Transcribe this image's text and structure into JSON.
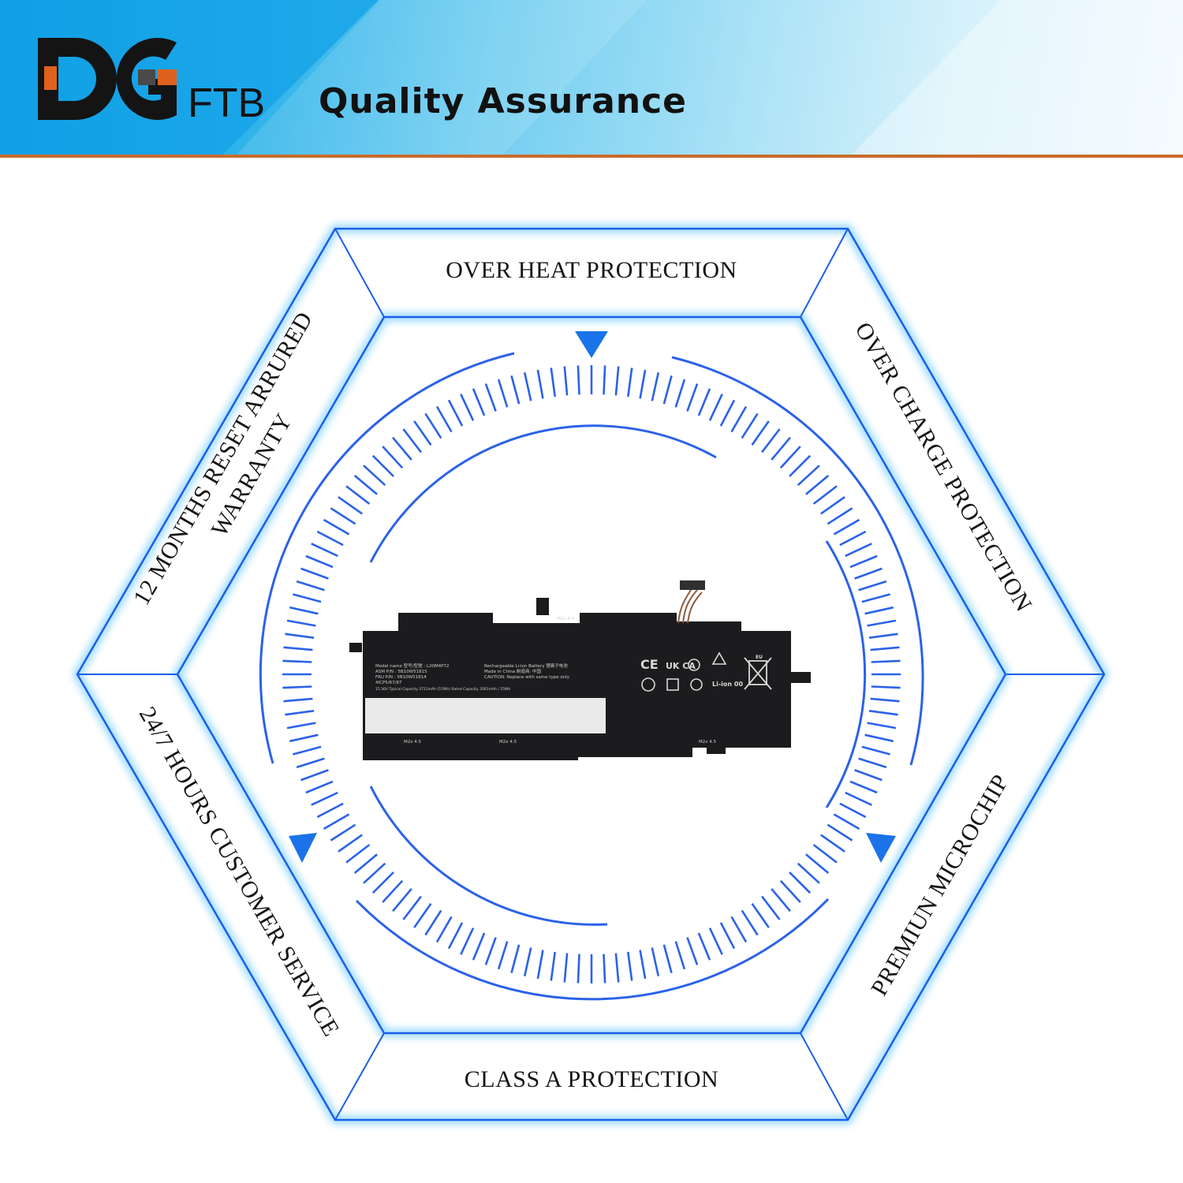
{
  "brand": {
    "name": "DGFTB",
    "logo_mark": "DG",
    "logo_suffix": "FTB",
    "tagline": "Quality Assurance",
    "colors": {
      "banner_start": "#17a7e8",
      "banner_end": "#f0fafe",
      "divider": "#c96b2c",
      "logo_dark": "#141414",
      "logo_accent": "#e0611d",
      "logo_gray": "#4a4a4a"
    }
  },
  "features": [
    {
      "id": "top",
      "label": "OVER HEAT PROTECTION"
    },
    {
      "id": "upper-right",
      "label": "OVER CHARGE PROTECTION"
    },
    {
      "id": "lower-right",
      "label": "PREMIUN MICROCHIP"
    },
    {
      "id": "bottom",
      "label": "CLASS A PROTECTION"
    },
    {
      "id": "lower-left",
      "label": "24/7 HOURS CUSTOMER SERVICE"
    },
    {
      "id": "upper-left",
      "label": "12 MONTHS RESET ARRURED",
      "label_line2": "WARRANTY"
    }
  ],
  "diagram_colors": {
    "hexagon": "#1b5fe6",
    "glow": "#7fd0ff",
    "ticks": "#2b62e8",
    "arrows": "#1a73e8"
  },
  "product": {
    "icon": "laptop-battery-icon",
    "model_lines": [
      "Model name 型号/型號 : L20M4P72",
      "ASM P/N : 5B10W51815",
      "FRU P/N : 5B10W51814",
      "4ICP5/67/87"
    ],
    "spec_line": "15.36V  Typical Capacity 3711mAh (57Wh)  Rated Capacity 3561mAh / 55Wh",
    "type_lines": [
      "Rechargeable Li-ion Battery 锂离子电池",
      "Made in China 制造商: 中国",
      "CAUTION: Replace with same type only"
    ],
    "screw_label": "M2x 4.5",
    "marks": [
      "CE",
      "UK CA",
      "Li-ion 00",
      "EU"
    ]
  }
}
